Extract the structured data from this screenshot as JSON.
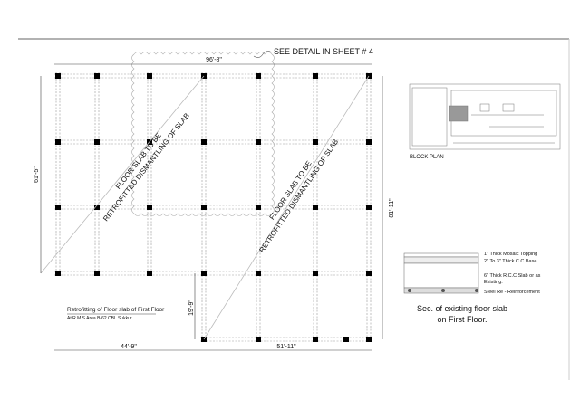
{
  "callout": "SEE DETAIL IN SHEET # 4",
  "dimensions": {
    "top": "96'-8\"",
    "left": "61'-5\"",
    "right": "81'-11\"",
    "step": "19'-9\"",
    "bottom_left": "44'-9\"",
    "bottom_right": "51'-11\""
  },
  "slab_notes": [
    {
      "line1": "FLOOR SLAB TO BE",
      "line2": "RETROFITTED DISMANTLING OF SLAB"
    },
    {
      "line1": "FLOOR SLAB TO BE",
      "line2": "RETROFITTED DISMANTLING OF SLAB"
    }
  ],
  "title_block": {
    "title": "Retrofitting of Floor slab of First Floor",
    "subtitle": "At R.M.S Area B-62 CBL Sukkur"
  },
  "block_plan": {
    "label": "BLOCK PLAN"
  },
  "section": {
    "layers": [
      "1\" Thick Mosaic Topping",
      "2\" To 3\" Thick C.C Base",
      "6\" Thick R.C.C Slab or as",
      "Existing.",
      "Steel Re - Reinforcement"
    ],
    "caption_line1": "Sec. of existing floor slab",
    "caption_line2": "on First Floor."
  }
}
